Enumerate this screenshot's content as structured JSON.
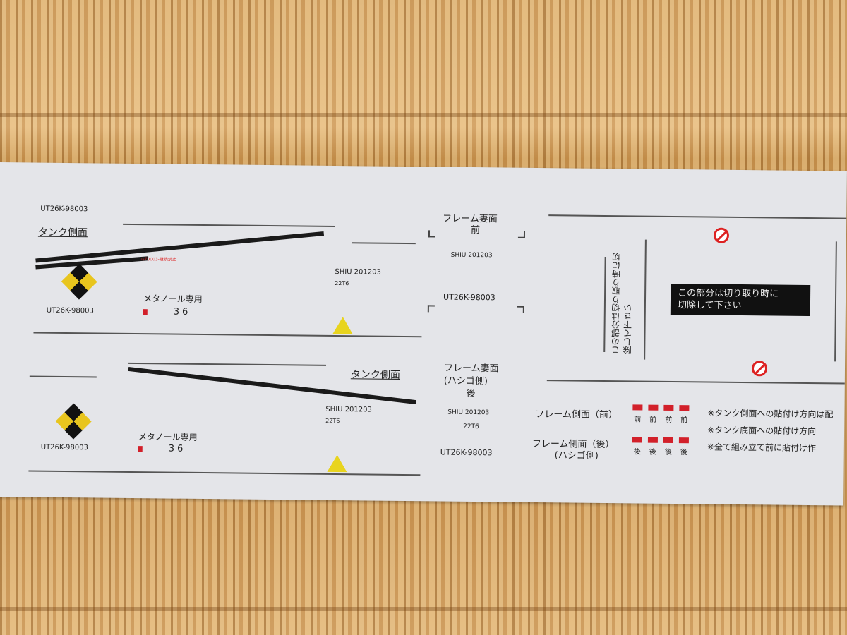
{
  "sheet": {
    "upper": {
      "code_top": "UT26K-98003",
      "tank_side_label": "タンク側面",
      "methanol_label": "メタノール専用",
      "code_bottom": "UT26K-98003",
      "number": "36",
      "red_text": "ｺｷ70003-継続禁止",
      "shiu_code": "SHIU 201203",
      "type_code": "22T6"
    },
    "lower": {
      "tank_side_label": "タンク側面",
      "methanol_label": "メタノール専用",
      "code_bottom": "UT26K-98003",
      "number": "36",
      "shiu_code": "SHIU 201203",
      "type_code": "22T6"
    },
    "frame_top": {
      "title": "フレーム妻面",
      "subtitle": "前",
      "shiu_code": "SHIU 201203",
      "code": "UT26K-98003"
    },
    "frame_bottom": {
      "title": "フレーム妻面",
      "subtitle": "(ハシゴ側)",
      "subtitle2": "後",
      "shiu_code": "SHIU 201203",
      "type_code": "22T6",
      "code": "UT26K-98003"
    },
    "cut_notice": {
      "line1": "この部分は切り取り時に",
      "line2": "切除して下さい",
      "vertical": "この部分は切り取り時に切除して下さい"
    },
    "frame_side_front": {
      "label": "フレーム側面（前）",
      "marks": [
        "前",
        "前",
        "前",
        "前"
      ]
    },
    "frame_side_rear": {
      "label": "フレーム側面（後）",
      "label2": "(ハシゴ側)",
      "marks": [
        "後",
        "後",
        "後",
        "後"
      ]
    },
    "notes": [
      "※タンク側面への貼付け方向は配",
      "※タンク底面への貼付け方向",
      "※全て組み立て前に貼付け作"
    ],
    "colors": {
      "red": "#d2202a",
      "hazard_yellow": "#e8c51e",
      "sheet": "#e4e5e9"
    }
  }
}
